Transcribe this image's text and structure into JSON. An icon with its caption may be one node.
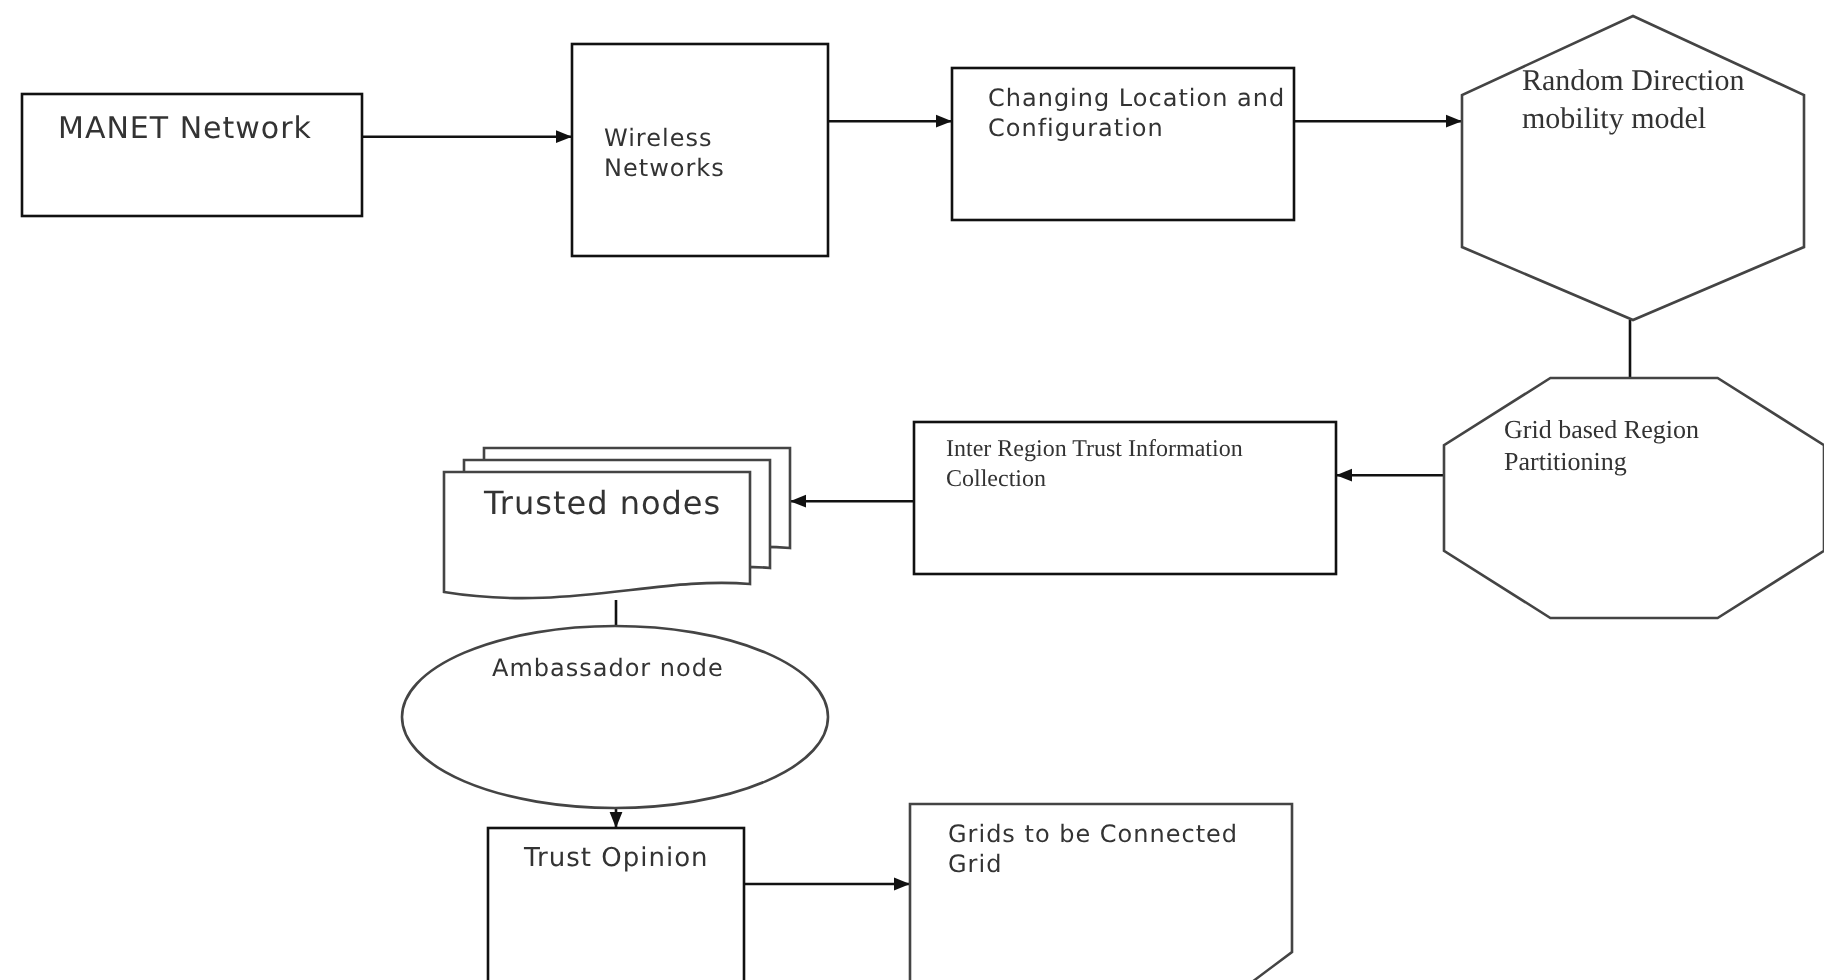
{
  "diagram": {
    "nodes": [
      {
        "text": [
          "MANET Network"
        ]
      },
      {
        "text": [
          "Wireless Networks"
        ]
      },
      {
        "text": [
          "Changing Location and Configuration"
        ]
      },
      {
        "text": [
          "Random Direction mobility model"
        ]
      },
      {
        "text": [
          "Grid based Region Partitioning"
        ]
      },
      {
        "text": [
          "Inter Region Trust Information Collection"
        ]
      },
      {
        "text": [
          "Trusted nodes"
        ]
      },
      {
        "text": [
          "Ambassador node"
        ]
      },
      {
        "text": [
          "Trust Opinion"
        ]
      },
      {
        "text": [
          "Grids to be Connected Grid"
        ]
      }
    ],
    "edges": [
      {
        "from": 0,
        "to": 1,
        "arrow": "to"
      },
      {
        "from": 1,
        "to": 2,
        "arrow": "to"
      },
      {
        "from": 2,
        "to": 3,
        "arrow": "to"
      },
      {
        "from": 3,
        "to": 4,
        "arrow": "none"
      },
      {
        "from": 4,
        "to": 5,
        "arrow": "to"
      },
      {
        "from": 5,
        "to": 6,
        "arrow": "to"
      },
      {
        "from": 6,
        "to": 7,
        "arrow": "none"
      },
      {
        "from": 7,
        "to": 8,
        "arrow": "to"
      },
      {
        "from": 8,
        "to": 9,
        "arrow": "to"
      }
    ]
  }
}
